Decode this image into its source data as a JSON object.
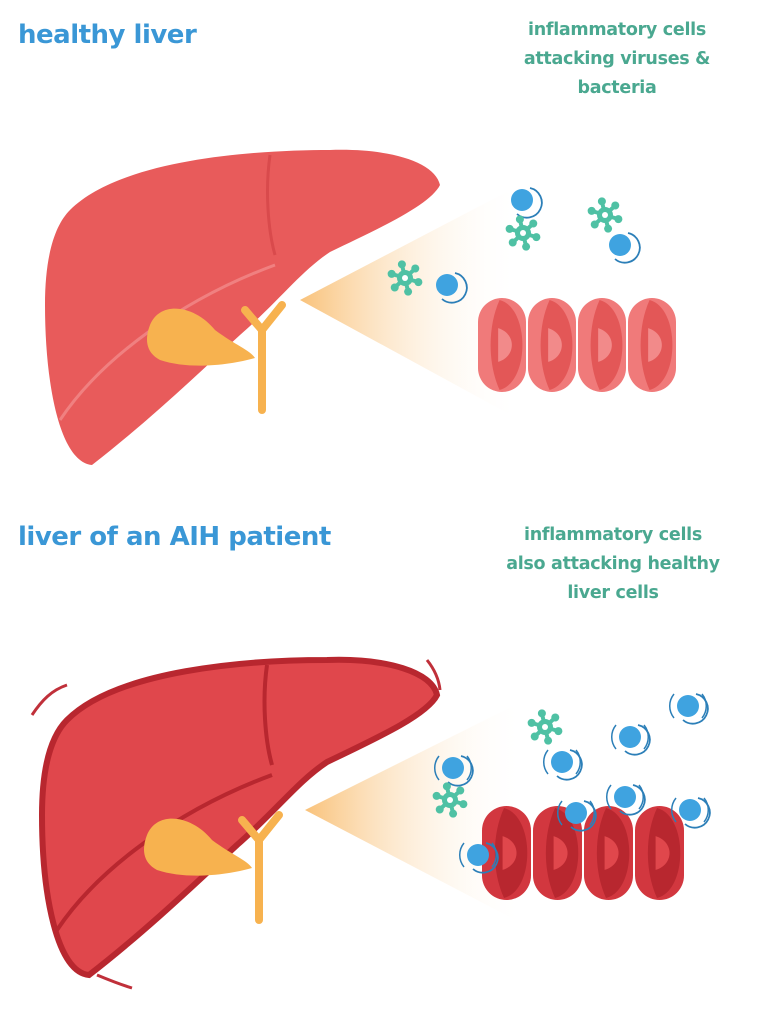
{
  "panels": [
    {
      "title": "healthy liver",
      "note_lines": [
        "inflammatory cells",
        "attacking viruses &",
        "bacteria"
      ]
    },
    {
      "title": "liver of an AIH patient",
      "note_lines": [
        "inflammatory cells",
        "also attacking healthy",
        "liver cells"
      ]
    }
  ],
  "colors": {
    "title": "#3a97d6",
    "note": "#4aa890",
    "liver_healthy": "#e85b5b",
    "liver_inflamed": "#d93f45",
    "gallbladder": "#f7b24f",
    "immune_cell": "#3fa3e0",
    "bacteria": "#4fc1a4"
  }
}
